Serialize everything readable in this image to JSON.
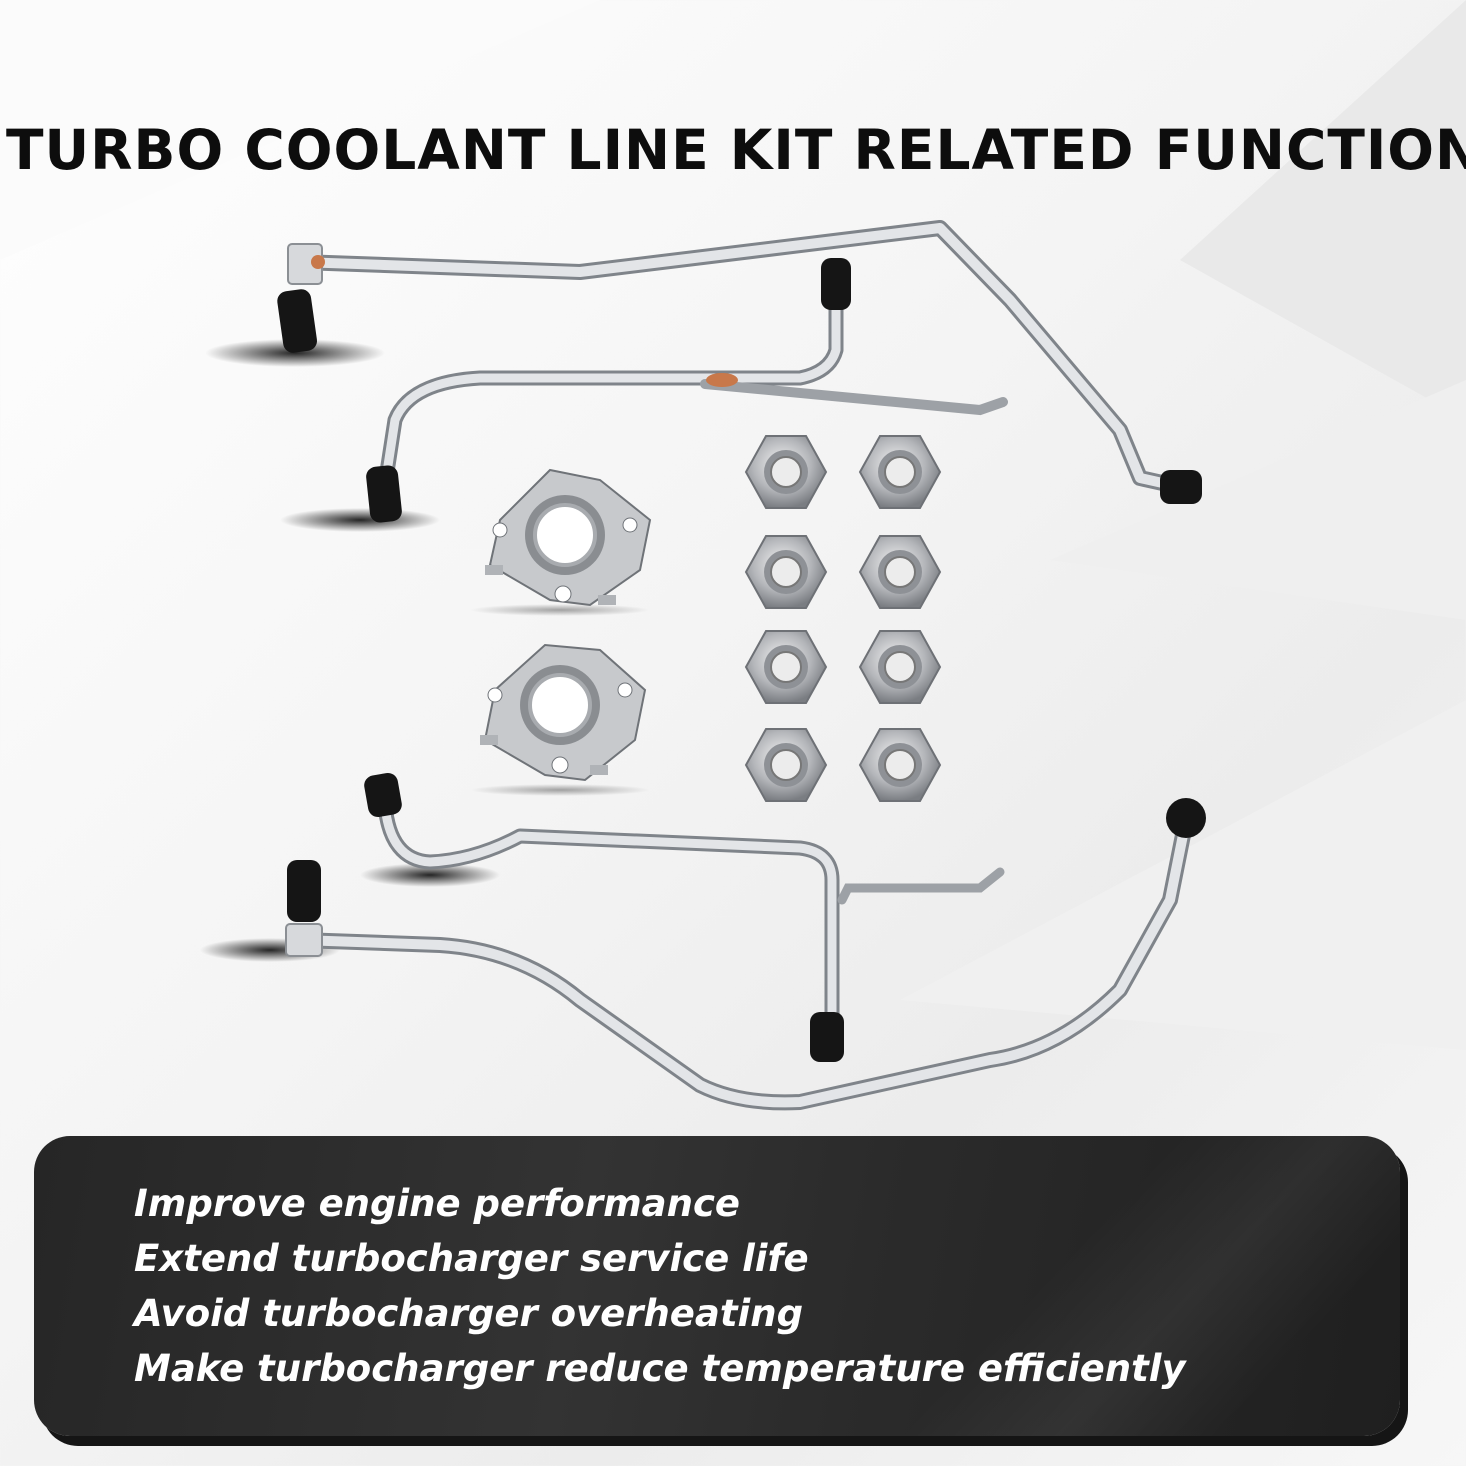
{
  "title": "TURBO COOLANT LINE KIT RELATED FUNCTIONS",
  "features": [
    "Improve engine performance",
    "Extend turbocharger service life",
    "Avoid turbocharger overheating",
    "Make turbocharger reduce temperature efficiently"
  ],
  "colors": {
    "background": "#f2f2f2",
    "title": "#0d0d0d",
    "panel": "#2b2b2b",
    "feature_text": "#ffffff",
    "pipe": "#c9ccd0",
    "cap": "#111111",
    "copper": "#c8784a"
  },
  "parts": {
    "coolant_lines": 4,
    "gaskets": 2,
    "nuts": 8
  }
}
